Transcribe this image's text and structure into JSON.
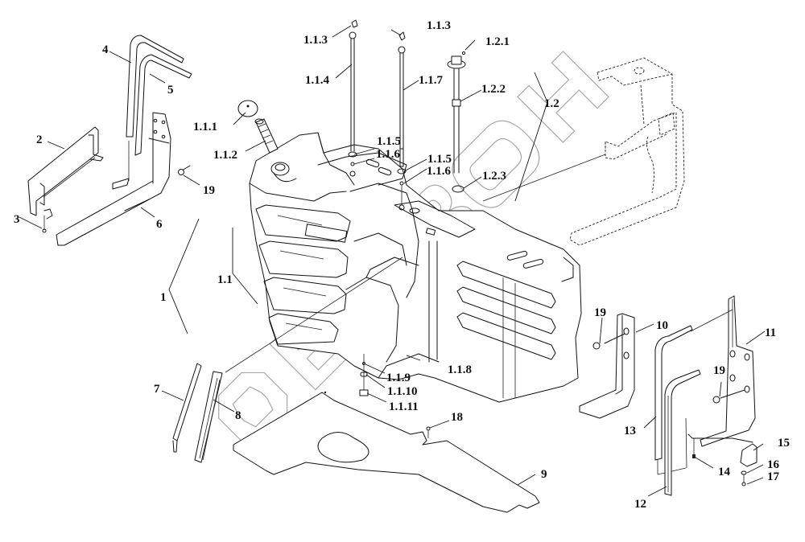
{
  "diagram": {
    "type": "exploded parts view",
    "subject": "fuel tank assembly with brackets and mounting hardware",
    "watermark_text": "БИЗОН",
    "callouts": [
      {
        "id": "c-1",
        "label": "1"
      },
      {
        "id": "c-1-1",
        "label": "1.1"
      },
      {
        "id": "c-1-1-1",
        "label": "1.1.1"
      },
      {
        "id": "c-1-1-2",
        "label": "1.1.2"
      },
      {
        "id": "c-1-1-3a",
        "label": "1.1.3"
      },
      {
        "id": "c-1-1-3b",
        "label": "1.1.3"
      },
      {
        "id": "c-1-1-4",
        "label": "1.1.4"
      },
      {
        "id": "c-1-1-5a",
        "label": "1.1.5"
      },
      {
        "id": "c-1-1-6a",
        "label": "1.1.6"
      },
      {
        "id": "c-1-1-5b",
        "label": "1.1.5"
      },
      {
        "id": "c-1-1-6b",
        "label": "1.1.6"
      },
      {
        "id": "c-1-1-7",
        "label": "1.1.7"
      },
      {
        "id": "c-1-1-8",
        "label": "1.1.8"
      },
      {
        "id": "c-1-1-9",
        "label": "1.1.9"
      },
      {
        "id": "c-1-1-10",
        "label": "1.1.10"
      },
      {
        "id": "c-1-1-11",
        "label": "1.1.11"
      },
      {
        "id": "c-1-2",
        "label": "1.2"
      },
      {
        "id": "c-1-2-1",
        "label": "1.2.1"
      },
      {
        "id": "c-1-2-2",
        "label": "1.2.2"
      },
      {
        "id": "c-1-2-3",
        "label": "1.2.3"
      },
      {
        "id": "c-2",
        "label": "2"
      },
      {
        "id": "c-3",
        "label": "3"
      },
      {
        "id": "c-4",
        "label": "4"
      },
      {
        "id": "c-5",
        "label": "5"
      },
      {
        "id": "c-6",
        "label": "6"
      },
      {
        "id": "c-7",
        "label": "7"
      },
      {
        "id": "c-8",
        "label": "8"
      },
      {
        "id": "c-9",
        "label": "9"
      },
      {
        "id": "c-10",
        "label": "10"
      },
      {
        "id": "c-11",
        "label": "11"
      },
      {
        "id": "c-12",
        "label": "12"
      },
      {
        "id": "c-13",
        "label": "13"
      },
      {
        "id": "c-14",
        "label": "14"
      },
      {
        "id": "c-15",
        "label": "15"
      },
      {
        "id": "c-16",
        "label": "16"
      },
      {
        "id": "c-17",
        "label": "17"
      },
      {
        "id": "c-18",
        "label": "18"
      },
      {
        "id": "c-19a",
        "label": "19"
      },
      {
        "id": "c-19b",
        "label": "19"
      },
      {
        "id": "c-19c",
        "label": "19"
      }
    ]
  }
}
